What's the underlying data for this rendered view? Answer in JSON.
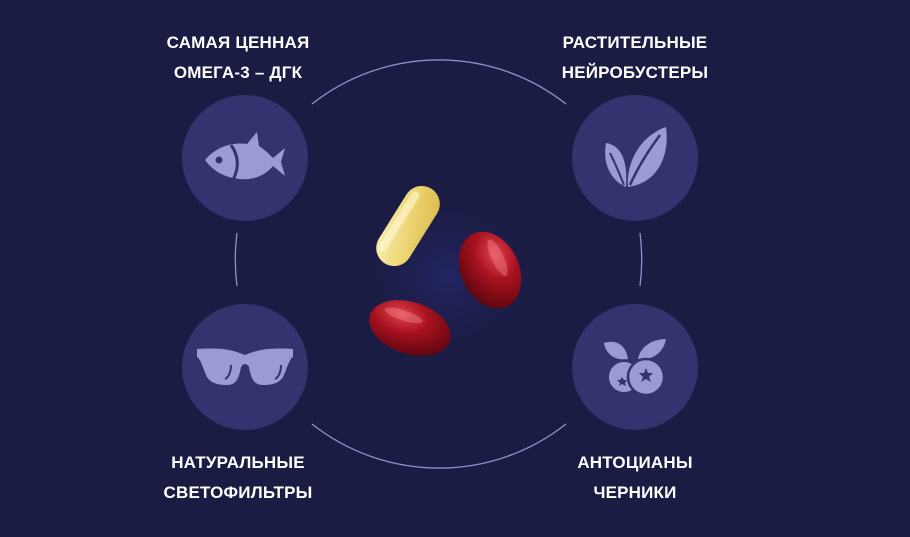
{
  "features": [
    {
      "id": "omega",
      "title_line1": "САМАЯ ЦЕННАЯ",
      "title_line2": "ОМЕГА-3 – ДГК",
      "icon": "fish-icon"
    },
    {
      "id": "plant",
      "title_line1": "РАСТИТЕЛЬНЫЕ",
      "title_line2": "НЕЙРОБУСТЕРЫ",
      "icon": "leaves-icon"
    },
    {
      "id": "filters",
      "title_line1": "НАТУРАЛЬНЫЕ",
      "title_line2": "СВЕТОФИЛЬТРЫ",
      "icon": "sunglasses-icon"
    },
    {
      "id": "blueberry",
      "title_line1": "АНТОЦИАНЫ",
      "title_line2": "ЧЕРНИКИ",
      "icon": "blueberry-icon"
    }
  ],
  "colors": {
    "background": "#1b1c43",
    "circle": "#33336f",
    "icon": "#9b9ad4",
    "ring": "#8f8fc8",
    "capsule_yellow": "#f3e08a",
    "capsule_red": "#9e1220"
  },
  "center_image": {
    "description": "capsules",
    "count": 3
  }
}
